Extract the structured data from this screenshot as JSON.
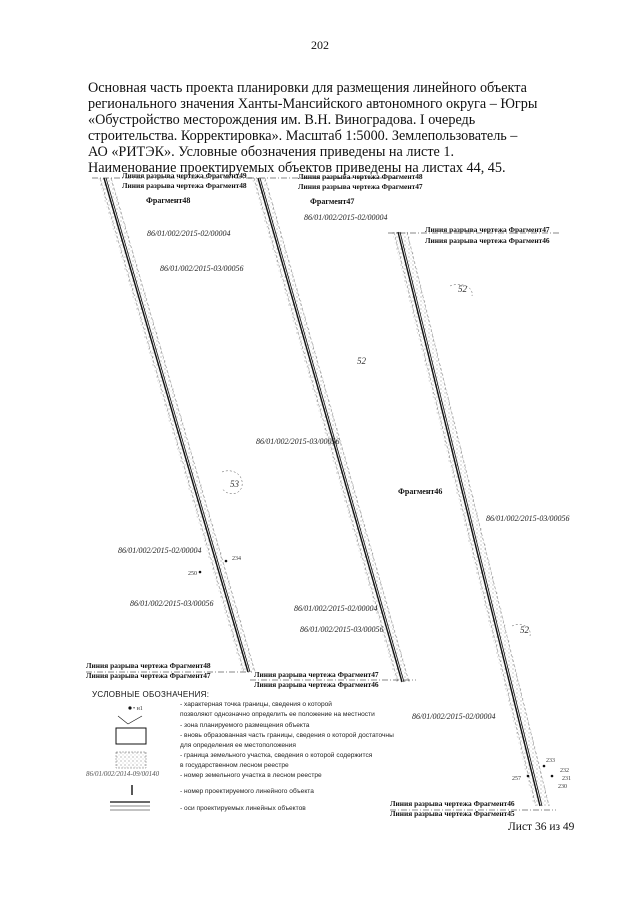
{
  "page_number": "202",
  "title_lines": [
    "Основная часть проекта планировки для размещения линейного объекта",
    "регионального значения Ханты-Мансийского автономного округа – Югры",
    "«Обустройство месторождения им. В.Н. Виноградова. I очередь",
    "строительства. Корректировка». Масштаб 1:5000. Землепользователь –",
    "АО «РИТЭК». Условные обозначения приведены на листе 1.",
    "Наименование проектируемых объектов приведены на листах 44, 45."
  ],
  "map": {
    "break_lines": {
      "f49": "Линия разрыва чертежа Фрагмент49",
      "f48": "Линия разрыва чертежа Фрагмент48",
      "f47": "Линия разрыва чертежа Фрагмент47",
      "f46": "Линия разрыва чертежа Фрагмент46",
      "f45": "Линия разрыва чертежа Фрагмент45"
    },
    "fragments": {
      "f48": "Фрагмент48",
      "f47": "Фрагмент47",
      "f46": "Фрагмент46"
    },
    "parcels": {
      "p02_00004": "86/01/002/2015-02/00004",
      "p03_00056": "86/01/002/2015-03/00056",
      "p03_00056b": "86/01/002/2015-03/00056",
      "p02_00004b": "86/01/002/2015-02/00004",
      "p03_00056c": "86/01/002/2015-03/00056",
      "p02_00004c": "86/01/002/2015-02/00004",
      "p03_00056d": "86/01/002/2015-03/00056",
      "p02_00004d": "86/01/002/2015-02/00004",
      "p03_00056e": "86/01/002/2015-03/00056",
      "p02_00004e": "86/01/002/2015-02/00004"
    },
    "forest_blocks": {
      "a": "53",
      "b": "52",
      "c": "52",
      "d": "52"
    },
    "points": {
      "p234": "234",
      "p250": "250",
      "p257": "257",
      "p233": "233",
      "p232": "232",
      "p231": "231",
      "p230": "230"
    }
  },
  "legend": {
    "header": "УСЛОВНЫЕ ОБОЗНАЧЕНИЯ:",
    "point_symbol": "• н1",
    "forest_parcel_sample": "86/01/002/2014-09/00140",
    "items": [
      "- характерная точка границы, сведения о которой",
      "позволяют однозначно определить ее положение на местности",
      "- зона планируемого размещения объекта",
      "- вновь образованная часть границы, сведения о которой достаточны",
      "для определения ее местоположения",
      "- граница земельного участка, сведения о которой содержится",
      "в государственном лесном реестре",
      "- номер земельного участка в лесном реестре",
      "- номер проектируемого линейного объекта",
      "- оси проектируемых линейных объектов"
    ]
  },
  "sheet_label": "Лист 36 из 49"
}
